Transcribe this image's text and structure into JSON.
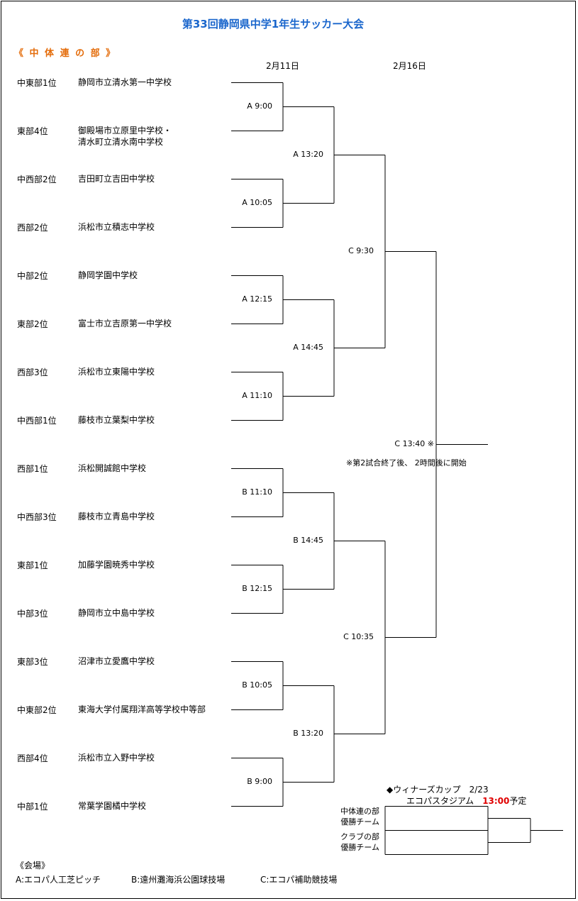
{
  "title": "第33回静岡県中学1年生サッカー大会",
  "section_title": "《 中 体 連 の 部 》",
  "dates": [
    "2月11日",
    "2月16日"
  ],
  "teams": [
    {
      "rank": "中東部1位",
      "school": "静岡市立清水第一中学校"
    },
    {
      "rank": "東部4位",
      "school": "御殿場市立原里中学校・\n清水町立清水南中学校"
    },
    {
      "rank": "中西部2位",
      "school": "吉田町立吉田中学校"
    },
    {
      "rank": "西部2位",
      "school": "浜松市立積志中学校"
    },
    {
      "rank": "中部2位",
      "school": "静岡学園中学校"
    },
    {
      "rank": "東部2位",
      "school": "富士市立吉原第一中学校"
    },
    {
      "rank": "西部3位",
      "school": "浜松市立東陽中学校"
    },
    {
      "rank": "中西部1位",
      "school": "藤枝市立葉梨中学校"
    },
    {
      "rank": "西部1位",
      "school": "浜松開誠館中学校"
    },
    {
      "rank": "中西部3位",
      "school": "藤枝市立青島中学校"
    },
    {
      "rank": "東部1位",
      "school": "加藤学園暁秀中学校"
    },
    {
      "rank": "中部3位",
      "school": "静岡市立中島中学校"
    },
    {
      "rank": "東部3位",
      "school": "沼津市立愛鷹中学校"
    },
    {
      "rank": "中東部2位",
      "school": "東海大学付属翔洋高等学校中等部"
    },
    {
      "rank": "西部4位",
      "school": "浜松市立入野中学校"
    },
    {
      "rank": "中部1位",
      "school": "常葉学園橘中学校"
    }
  ],
  "round1": [
    "A 9:00",
    "A 10:05",
    "A 12:15",
    "A 11:10",
    "B 11:10",
    "B 12:15",
    "B 10:05",
    "B 9:00"
  ],
  "quarterfinals": [
    "A 13:20",
    "A 14:45",
    "B 14:45",
    "B 13:20"
  ],
  "semifinals": [
    "C 9:30",
    "C 10:35"
  ],
  "final": "C 13:40 ※",
  "final_note": "※第2試合終了後、\n2時間後に開始",
  "winners_cup": {
    "heading": "◆ウィナーズカップ　2/23",
    "venue": "エコパスタジアム",
    "time": "13:00",
    "suffix": "予定",
    "entry1": "中体連の部\n優勝チーム",
    "entry2": "クラブの部\n優勝チーム"
  },
  "venues_heading": "《会場》",
  "venues": [
    "A:エコパ人工芝ピッチ",
    "B:遠州灘海浜公園球技場",
    "C:エコパ補助競技場"
  ]
}
